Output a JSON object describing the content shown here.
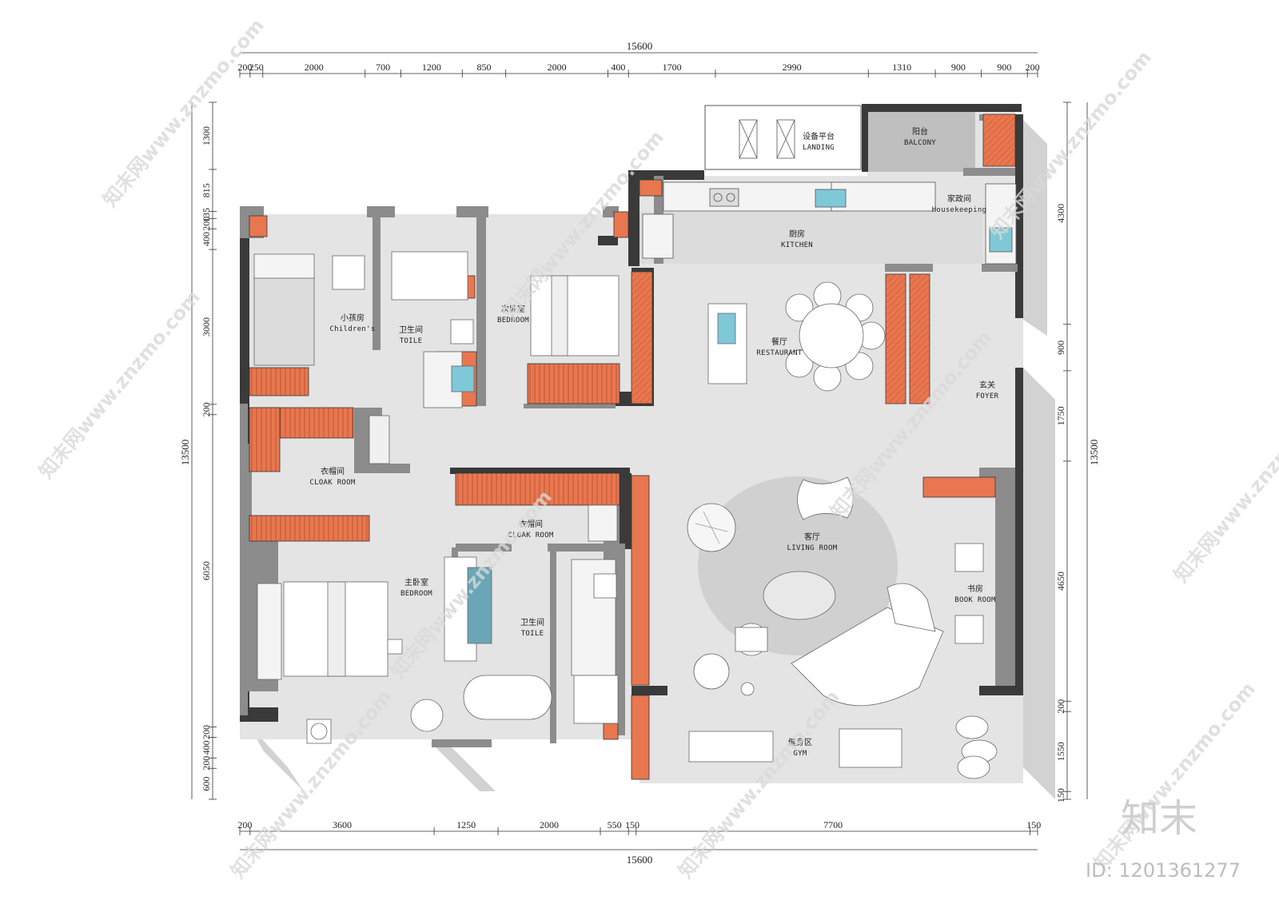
{
  "plan": {
    "top_total": "15600",
    "bottom_total": "15600",
    "left_total": "13500",
    "right_total": "13500",
    "top_segments": [
      "200",
      "250",
      "2000",
      "700",
      "1200",
      "850",
      "2000",
      "400",
      "1700",
      "2990",
      "1310",
      "900",
      "900",
      "200"
    ],
    "bottom_segments": [
      "200",
      "3600",
      "1250",
      "2000",
      "550",
      "150",
      "7700",
      "150"
    ],
    "left_segments": [
      "1300",
      "815",
      "135",
      "200",
      "400",
      "3000",
      "200",
      "6050",
      "200",
      "400",
      "200",
      "600"
    ],
    "right_segments": [
      "4300",
      "900",
      "1750",
      "4650",
      "200",
      "1550",
      "150"
    ]
  },
  "rooms": {
    "landing": {
      "cn": "设备平台",
      "en": "LANDING"
    },
    "balcony": {
      "cn": "阳台",
      "en": "BALCONY"
    },
    "housekeeping": {
      "cn": "家政间",
      "en": "Housekeeping"
    },
    "kitchen": {
      "cn": "厨房",
      "en": "KITCHEN"
    },
    "children": {
      "cn": "小孩房",
      "en": "Children's"
    },
    "toile1": {
      "cn": "卫生间",
      "en": "TOILE"
    },
    "bedroom2": {
      "cn": "次卧室",
      "en": "BEDROOM"
    },
    "restaurant": {
      "cn": "餐厅",
      "en": "RESTAURANT"
    },
    "foyer": {
      "cn": "玄关",
      "en": "FOYER"
    },
    "cloak1": {
      "cn": "衣帽间",
      "en": "CLOAK ROOM"
    },
    "cloak2": {
      "cn": "衣帽间",
      "en": "CLOAK ROOM"
    },
    "living": {
      "cn": "客厅",
      "en": "LIVING ROOM"
    },
    "master": {
      "cn": "主卧室",
      "en": "BEDROOM"
    },
    "toile2": {
      "cn": "卫生间",
      "en": "TOILE"
    },
    "book": {
      "cn": "书房",
      "en": "BOOK ROOM"
    },
    "gym": {
      "cn": "健身区",
      "en": "GYM"
    }
  },
  "watermark": {
    "text": "知末网www.znzmo.com",
    "brand": "知末",
    "id": "ID: 1201361277"
  },
  "colors": {
    "wall": "#3a3a3a",
    "partition": "#8c8c8c",
    "floor": "#e4e4e4",
    "accent": "#e8774f",
    "shadow": "#cfcfcf"
  }
}
